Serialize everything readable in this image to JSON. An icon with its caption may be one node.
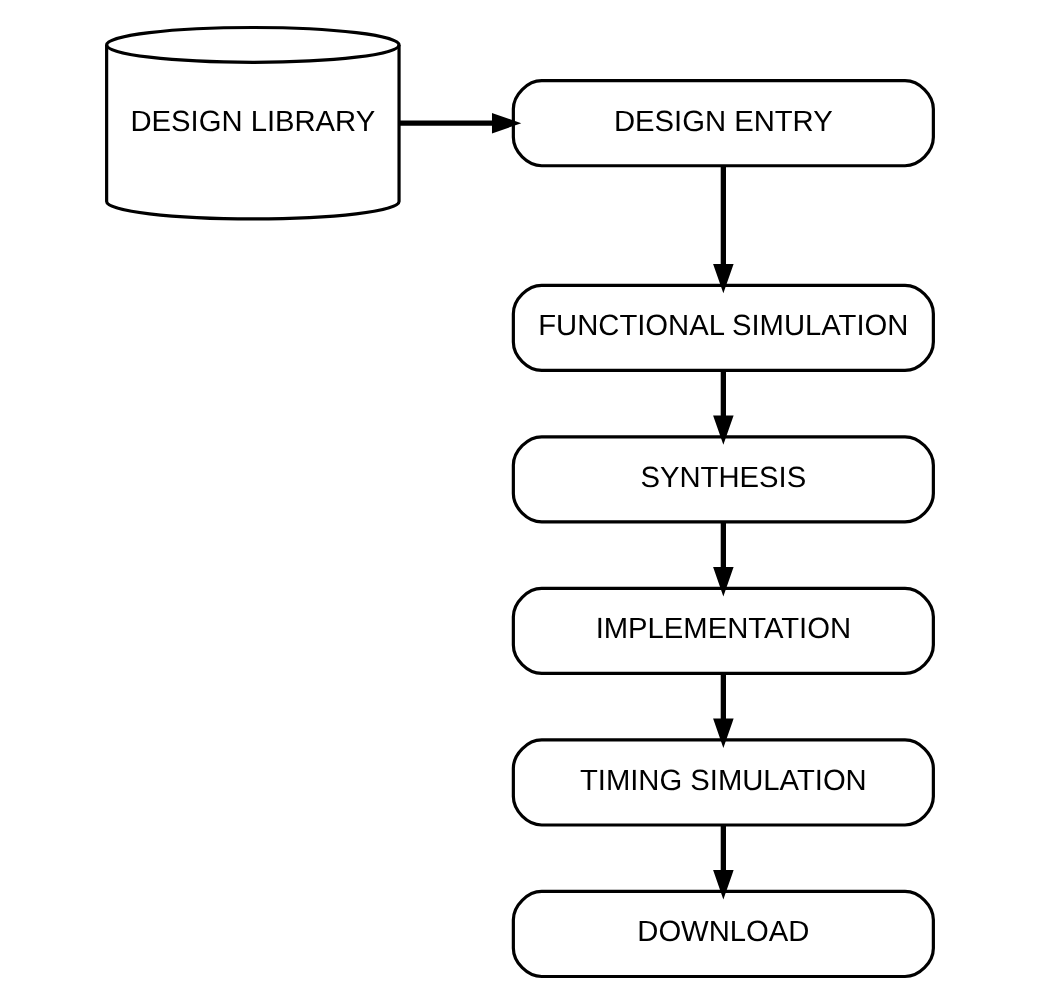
{
  "diagram": {
    "nodes": [
      {
        "text": [
          "DESIGN LIBRARY"
        ]
      },
      {
        "text": [
          "DESIGN ENTRY"
        ]
      },
      {
        "text": [
          "FUNCTIONAL SIMULATION"
        ]
      },
      {
        "text": [
          "SYNTHESIS"
        ]
      },
      {
        "text": [
          "IMPLEMENTATION"
        ]
      },
      {
        "text": [
          "TIMING SIMULATION"
        ]
      },
      {
        "text": [
          "DOWNLOAD"
        ]
      }
    ],
    "edges": [
      {
        "from": 0,
        "to": 1,
        "arrow": "to"
      },
      {
        "from": 1,
        "to": 2,
        "arrow": "to"
      },
      {
        "from": 2,
        "to": 3,
        "arrow": "to"
      },
      {
        "from": 3,
        "to": 4,
        "arrow": "to"
      },
      {
        "from": 4,
        "to": 5,
        "arrow": "to"
      },
      {
        "from": 5,
        "to": 6,
        "arrow": "to"
      }
    ]
  }
}
